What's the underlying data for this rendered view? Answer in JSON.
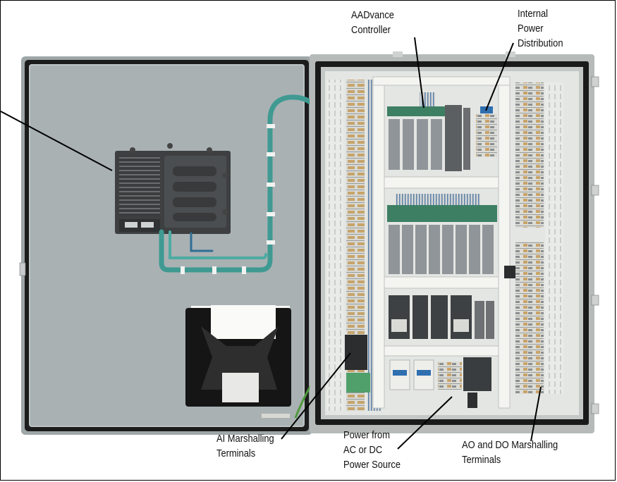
{
  "callouts": {
    "aadvance_controller": [
      "AADvance",
      "Controller"
    ],
    "internal_power_distribution": [
      "Internal",
      "Power",
      "Distribution"
    ],
    "ai_marshalling_terminals": [
      "AI Marshalling",
      "Terminals"
    ],
    "power_source": [
      "Power from",
      "AC or DC",
      "Power Source"
    ],
    "ao_do_marshalling_terminals": [
      "AO and DO Marshalling",
      "Terminals"
    ]
  },
  "colors": {
    "door_panel": "#a9b1b3",
    "cabinet_body": "#b6bbb9",
    "gasket": "#1c1c1c",
    "backplate": "#e4e6e3",
    "cable_teal": "#3f9a92",
    "module_grey": "#8f9598",
    "leader_line": "#000000"
  }
}
